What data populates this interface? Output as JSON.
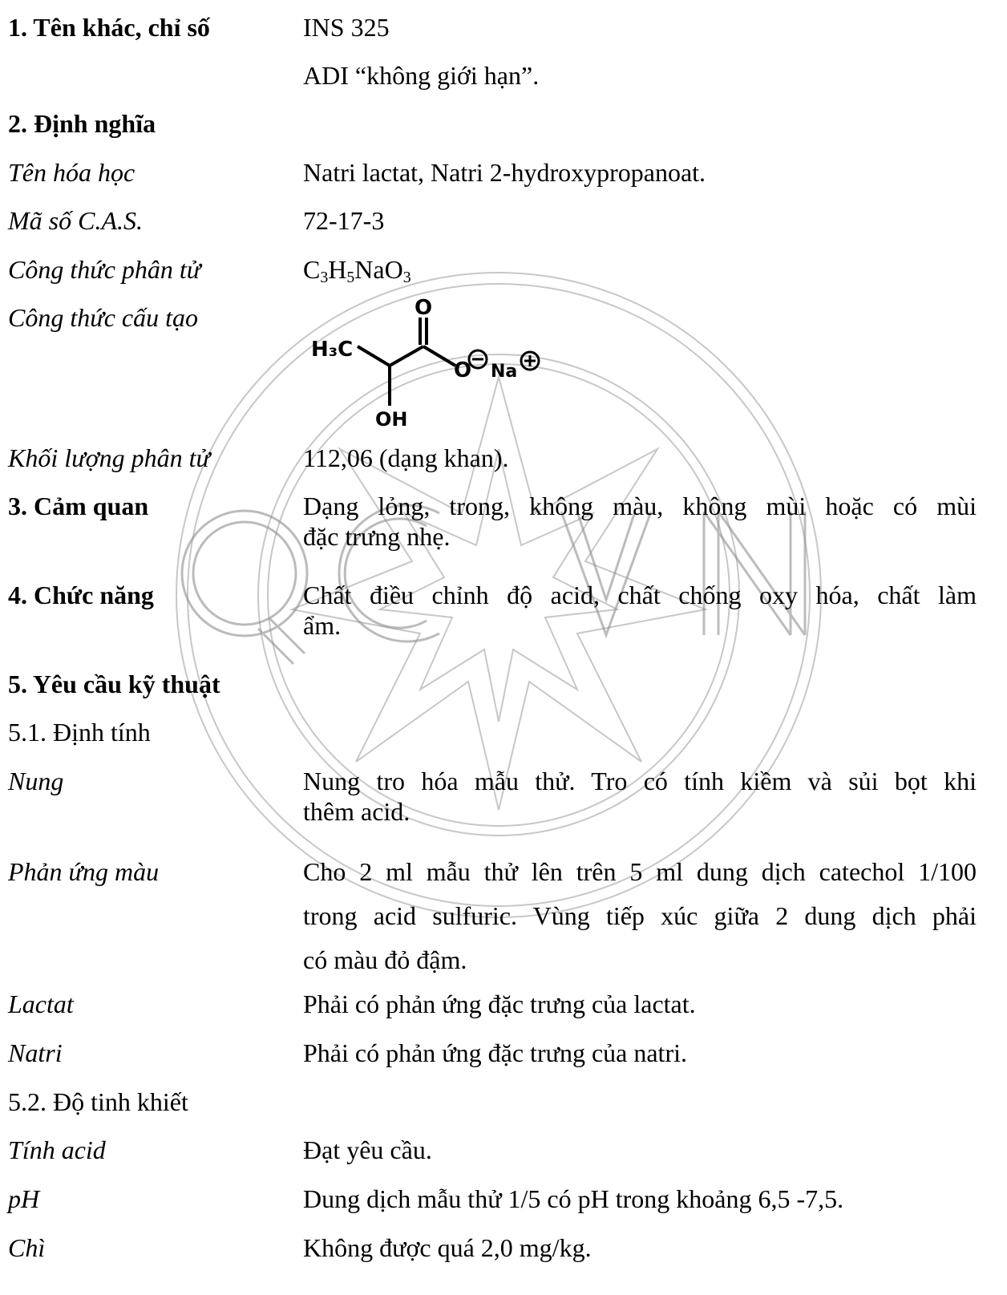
{
  "watermark": {
    "text": "QCVN"
  },
  "rows": {
    "r1": {
      "label": "1. Tên khác, chỉ số",
      "value": "INS 325"
    },
    "r1b": {
      "value": "ADI “không giới hạn”."
    },
    "r2": {
      "label": "2. Định nghĩa"
    },
    "r3": {
      "label": "Tên hóa học",
      "value": "Natri lactat, Natri 2-hydroxypropanoat."
    },
    "r4": {
      "label": "Mã số C.A.S.",
      "value": "72-17-3"
    },
    "r5": {
      "label": "Công thức phân tử",
      "formula": {
        "c": "C",
        "c_n": "3",
        "h": "H",
        "h_n": "5",
        "na": "NaO",
        "o_n": "3"
      }
    },
    "r6": {
      "label": "Công thức cấu tạo",
      "structure": {
        "o": "O",
        "h3c": "H₃C",
        "oneg": "O",
        "na": "Na",
        "oh": "OH"
      }
    },
    "r7": {
      "label": "Khối lượng phân tử",
      "value": "112,06 (dạng khan)."
    },
    "r8": {
      "label": "3. Cảm quan",
      "line1": "Dạng lỏng, trong, không màu, không mùi hoặc có mùi",
      "line2": "đặc trưng nhẹ."
    },
    "r9": {
      "label": "4. Chức năng",
      "line1": "Chất điều chỉnh độ acid, chất chống oxy hóa, chất làm",
      "line2": "ẩm."
    },
    "r10": {
      "label": "5. Yêu cầu kỹ thuật"
    },
    "r11": {
      "label": "5.1. Định tính"
    },
    "r12": {
      "label": "Nung",
      "line1": "Nung tro hóa mẫu thử. Tro có tính kiềm và sủi bọt khi",
      "line2": "thêm acid."
    },
    "r13": {
      "label": "Phản ứng màu",
      "line1": "Cho 2 ml mẫu thử lên trên 5 ml dung dịch catechol 1/100",
      "line2": "trong acid sulfuric. Vùng tiếp xúc giữa 2 dung dịch phải",
      "line3": "có màu đỏ đậm."
    },
    "r14": {
      "label": "Lactat",
      "value": "Phải có phản ứng đặc trưng của lactat."
    },
    "r15": {
      "label": "Natri",
      "value": "Phải có phản ứng đặc trưng của natri."
    },
    "r16": {
      "label": "5.2. Độ tinh khiết"
    },
    "r17": {
      "label": "Tính acid",
      "value": "Đạt yêu cầu."
    },
    "r18": {
      "label": "pH",
      "value": "Dung dịch mẫu thử 1/5 có pH trong khoảng 6,5 -7,5."
    },
    "r19": {
      "label": "Chì",
      "value": "Không được quá 2,0 mg/kg."
    }
  }
}
